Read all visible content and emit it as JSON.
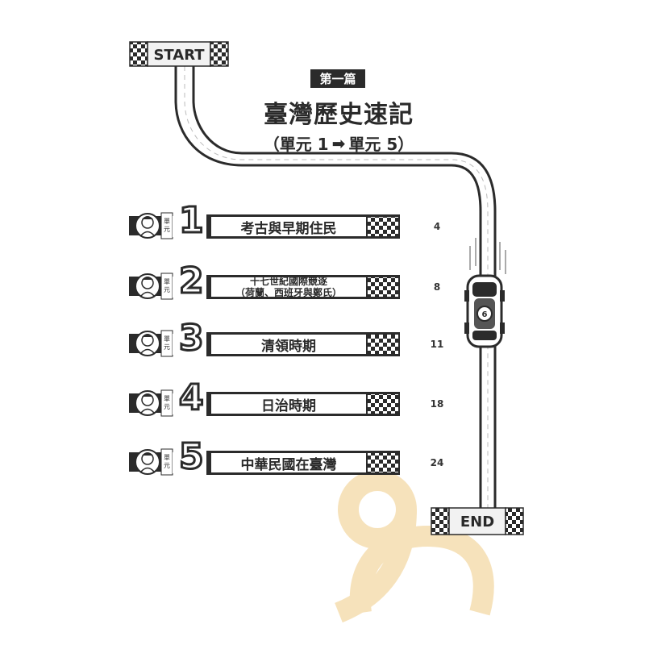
{
  "header": {
    "part_label": "第一篇",
    "title": "臺灣歷史速記",
    "subtitle_prefix": "（單元 1",
    "subtitle_suffix": "單元 5）"
  },
  "track": {
    "start_label": "START",
    "end_label": "END"
  },
  "unit_badge": "單元",
  "units": [
    {
      "number": "1",
      "title": "考古與早期住民",
      "page": "4"
    },
    {
      "number": "2",
      "title_line1": "十七世紀國際競逐",
      "title_line2": "（荷蘭、西班牙與鄭氏）",
      "page": "8"
    },
    {
      "number": "3",
      "title": "清領時期",
      "page": "11"
    },
    {
      "number": "4",
      "title": "日治時期",
      "page": "18"
    },
    {
      "number": "5",
      "title": "中華民國在臺灣",
      "page": "24"
    }
  ],
  "colors": {
    "ink": "#2b2b2b",
    "watermark": "#f5ddb0"
  }
}
